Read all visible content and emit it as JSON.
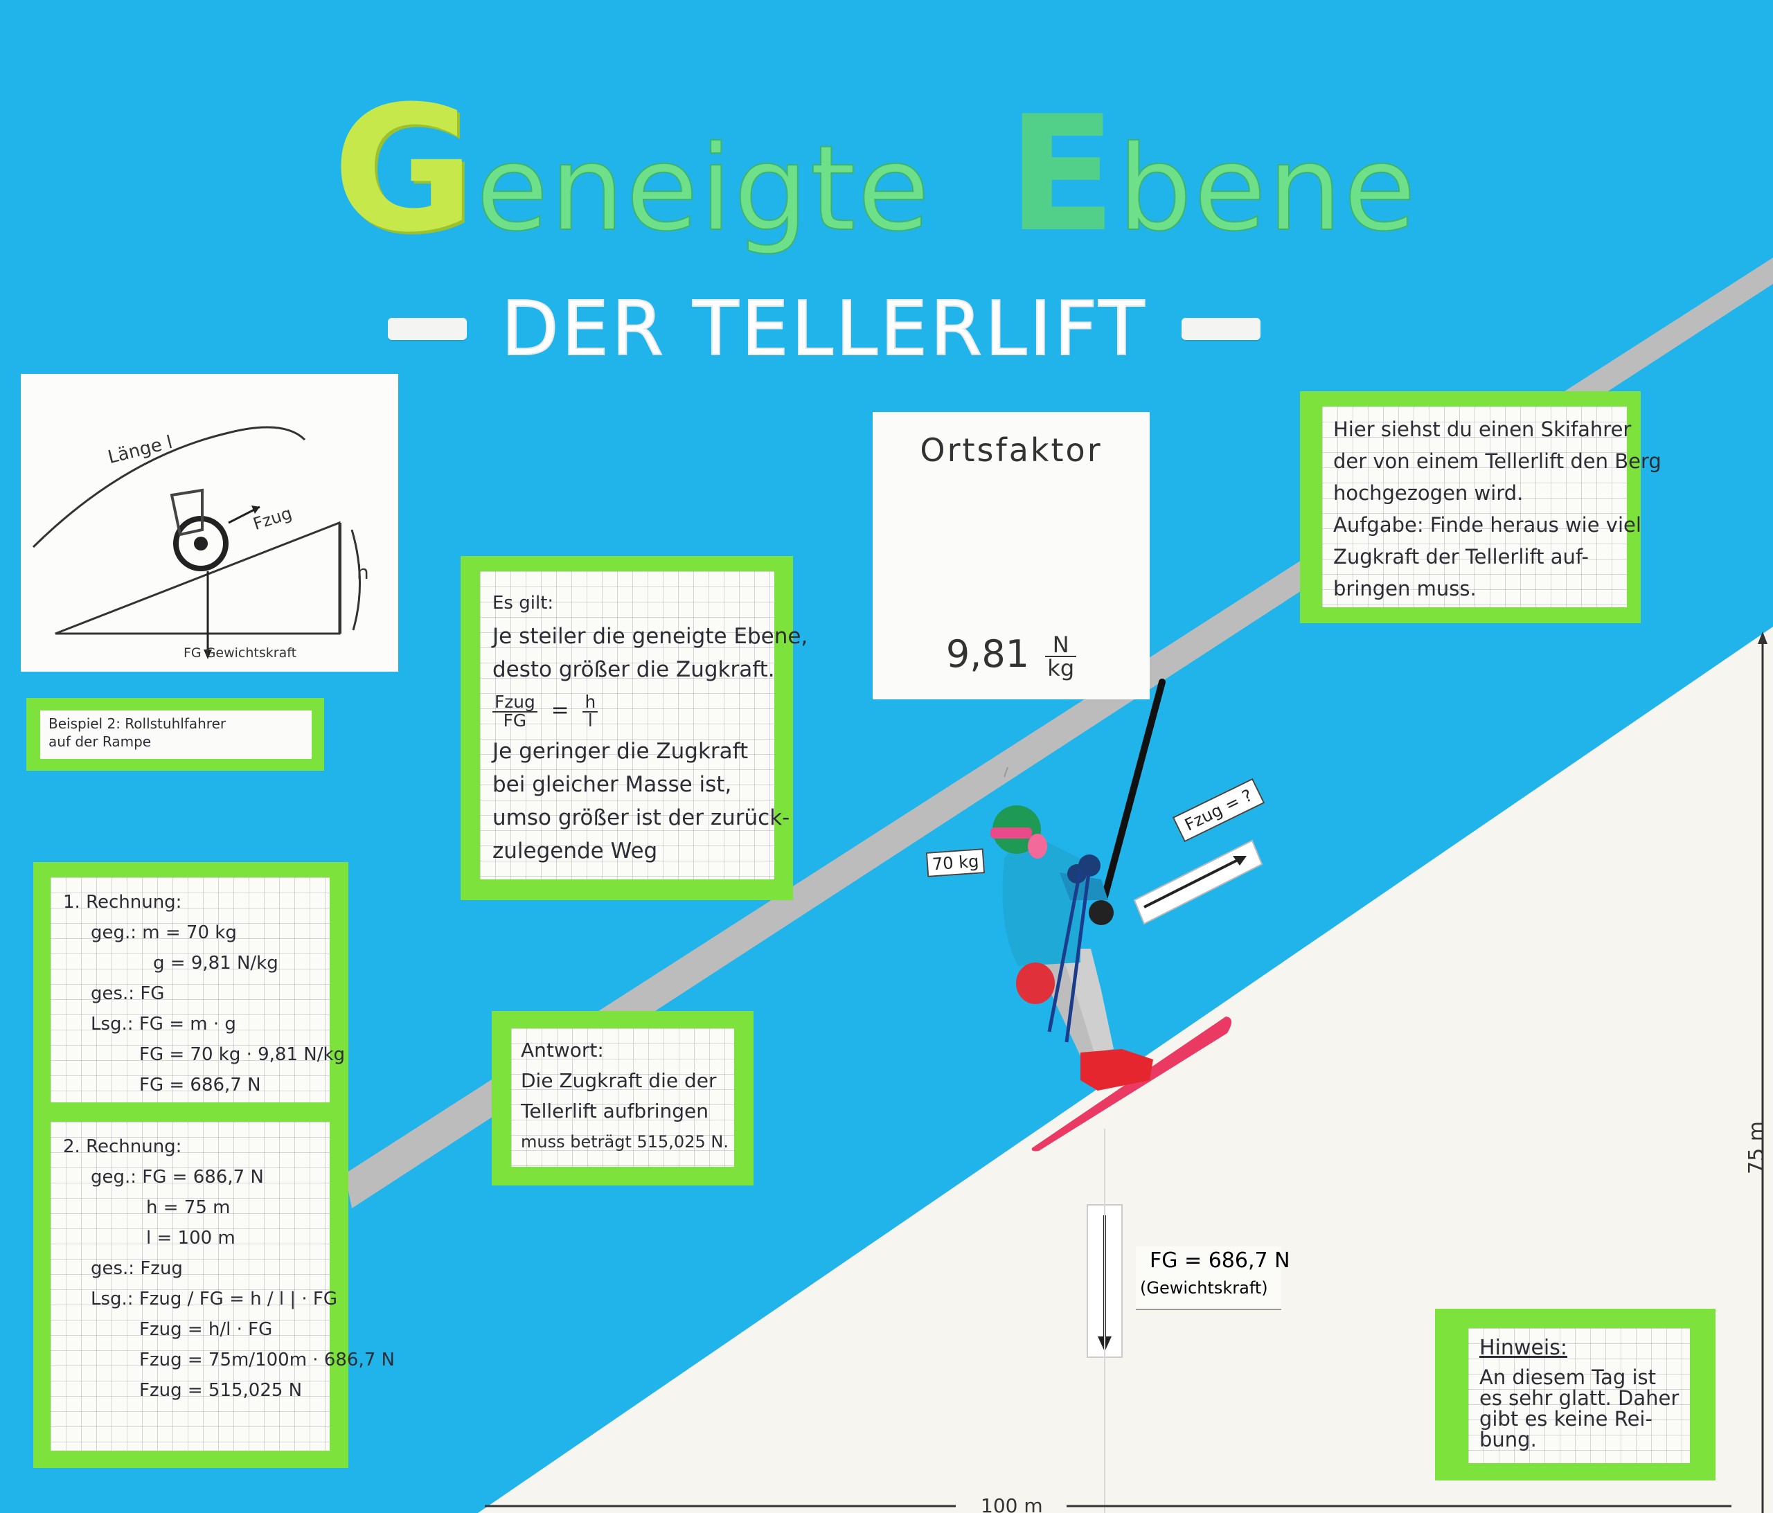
{
  "title": {
    "word1_cap": "G",
    "word1_rest": "eneigte",
    "word2_cap": "E",
    "word2_rest": "bene",
    "subtitle": "DER TELLERLIFT"
  },
  "diagram_card": {
    "length_label": "Länge l",
    "force_pull": "Fzug",
    "height_label": "h",
    "weight_label": "FG Gewichtskraft"
  },
  "example_card": {
    "lines": [
      "Beispiel 2: Rollstuhlfahrer",
      "auf der Rampe"
    ]
  },
  "rule_card": {
    "intro": "Es gilt:",
    "line1": "Je steiler die geneigte Ebene,",
    "line2": "desto größer die Zugkraft.",
    "frac_left_num": "Fzug",
    "frac_left_den": "FG",
    "equals": "=",
    "frac_right_num": "h",
    "frac_right_den": "l",
    "line3": "Je geringer die Zugkraft",
    "line4": "bei gleicher Masse ist,",
    "line5": "umso größer ist der zurück-",
    "line6": "zulegende Weg"
  },
  "ortsfaktor_card": {
    "title": "Ortsfaktor",
    "value": "9,81",
    "unit_num": "N",
    "unit_den": "kg"
  },
  "summary_card": {
    "lines": [
      "Hier siehst du einen Skifahrer",
      "der von einem Tellerlift den Berg",
      "hochgezogen wird.",
      "Aufgabe: Finde heraus wie viel",
      "Zugkraft der Tellerlift auf-",
      "bringen muss."
    ]
  },
  "calc1": {
    "heading": "1. Rechnung:",
    "lines": [
      "geg.:  m = 70 kg",
      "g = 9,81 N/kg",
      "ges.:  FG",
      "Lsg.:  FG = m · g",
      "FG = 70 kg · 9,81 N/kg",
      "FG = 686,7 N"
    ]
  },
  "calc2": {
    "heading": "2. Rechnung:",
    "lines": [
      "geg.:  FG = 686,7 N",
      "h = 75 m",
      "l = 100 m",
      "ges.:  Fzug",
      "Lsg.:  Fzug / FG = h / l   | · FG",
      "Fzug = h/l · FG",
      "Fzug = 75m/100m · 686,7 N",
      "Fzug = 515,025 N"
    ]
  },
  "answer_card": {
    "lines": [
      "Antwort:",
      "Die Zugkraft die der",
      "Tellerlift aufbringen",
      "muss beträgt 515,025 N."
    ]
  },
  "scene_labels": {
    "mass": "70 kg",
    "pull_force": "Fzug = ?",
    "weight_force": "FG = 686,7 N",
    "weight_note": "(Gewichtskraft)"
  },
  "note_card": {
    "heading": "Hinweis:",
    "lines": [
      "An diesem Tag ist",
      "es sehr glatt. Daher",
      "gibt es keine Rei-",
      "bung."
    ]
  },
  "dimensions": {
    "height": "75 m",
    "length": "100 m"
  }
}
